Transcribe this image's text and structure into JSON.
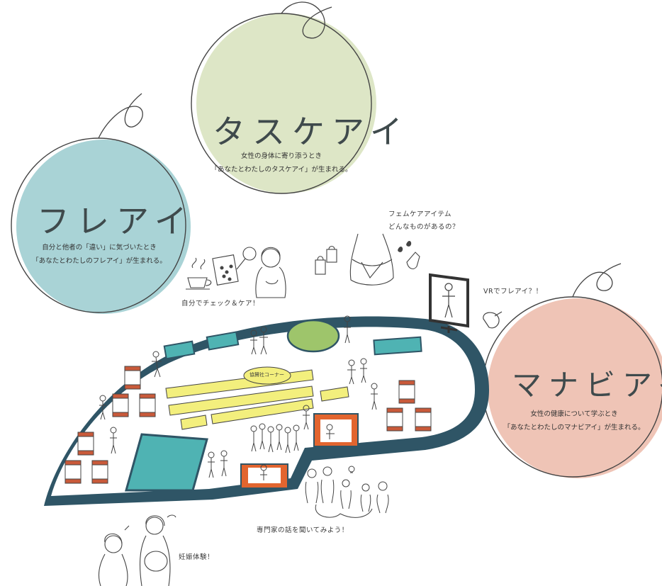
{
  "bubbles": {
    "fureai": {
      "title": "フレアイ",
      "line1": "自分と他者の「違い」に気づいたとき",
      "line2": "「あなたとわたしのフレアイ」が生まれる。",
      "color": "#a9d3d6"
    },
    "tasukeai": {
      "title": "タスケアイ",
      "line1": "女性の身体に寄り添うとき",
      "line2": "「あなたとわたしのタスケアイ」が生まれる。",
      "color": "#dde6c6"
    },
    "manabiai": {
      "title": "マナビアイ",
      "line1": "女性の健康について学ぶとき",
      "line2": "「あなたとわたしのマナビアイ」が生まれる。",
      "color": "#efc4b6"
    }
  },
  "labels": {
    "self_check": "自分でチェック＆ケア！",
    "femcare_1": "フェムケアアイテム",
    "femcare_2": "どんなものがあるの？",
    "vr": "VRでフレアイ？！",
    "sponsor": "協賛社コーナー",
    "experts": "専門家の話を聞いてみよう！",
    "pregnancy": "妊娠体験！"
  },
  "colors": {
    "floor_outline": "#2f5566",
    "teal_block": "#4fb3b3",
    "yellow_bench": "#f3ef7d",
    "green_oval": "#9ec56b",
    "orange_booth": "#e2652f",
    "line": "#444444"
  }
}
